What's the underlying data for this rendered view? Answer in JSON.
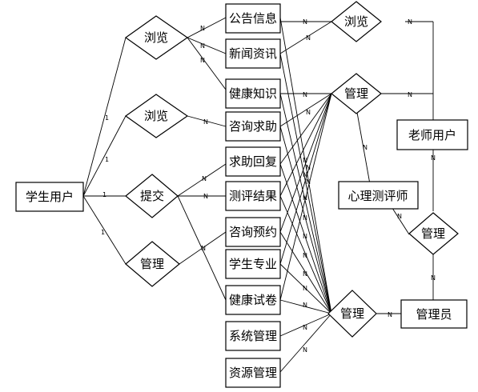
{
  "diagram": {
    "entities": {
      "student": "学生用户",
      "teacher": "老师用户",
      "counselor": "心理测评师",
      "admin": "管理员",
      "notice": "公告信息",
      "news": "新闻资讯",
      "health_knowledge": "健康知识",
      "consult_help": "咨询求助",
      "help_reply": "求助回复",
      "test_result": "测评结果",
      "consult_booking": "咨询预约",
      "student_major": "学生专业",
      "health_paper": "健康试卷",
      "system_mgmt": "系统管理",
      "resource_mgmt": "资源管理"
    },
    "relationships": {
      "browse_top": "浏览",
      "browse_mid": "浏览",
      "submit": "提交",
      "manage_student": "管理",
      "browse_teacher": "浏览",
      "manage_teacher": "管理",
      "manage_admin": "管理",
      "manage_counselor": "管理"
    },
    "cardinality": {
      "one": "1",
      "many": "N"
    }
  }
}
